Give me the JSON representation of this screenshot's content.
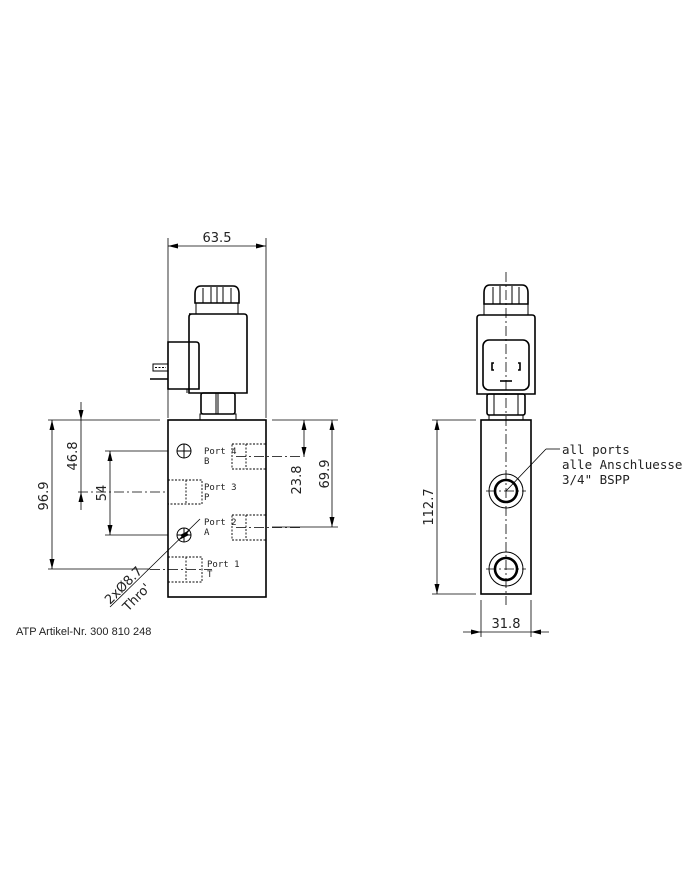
{
  "caption": "ATP Artikel-Nr. 300 810 248",
  "front_view": {
    "dimensions": {
      "width_top": "63.5",
      "height_total": "96.9",
      "height_port4": "46.8",
      "spacing_holes": "54",
      "height_right_upper": "23.8",
      "height_right_lower": "69.9",
      "hole_spec_line1": "2xØ8.7",
      "hole_spec_line2": "Thro'"
    },
    "ports": [
      {
        "name": "Port 4",
        "letter": "B"
      },
      {
        "name": "Port 3",
        "letter": "P"
      },
      {
        "name": "Port 2",
        "letter": "A"
      },
      {
        "name": "Port 1",
        "letter": "T"
      }
    ]
  },
  "side_view": {
    "dimensions": {
      "height": "112.7",
      "width": "31.8"
    },
    "note": {
      "line1": "all ports",
      "line2": "alle Anschluesse",
      "line3": "3/4\" BSPP"
    }
  }
}
